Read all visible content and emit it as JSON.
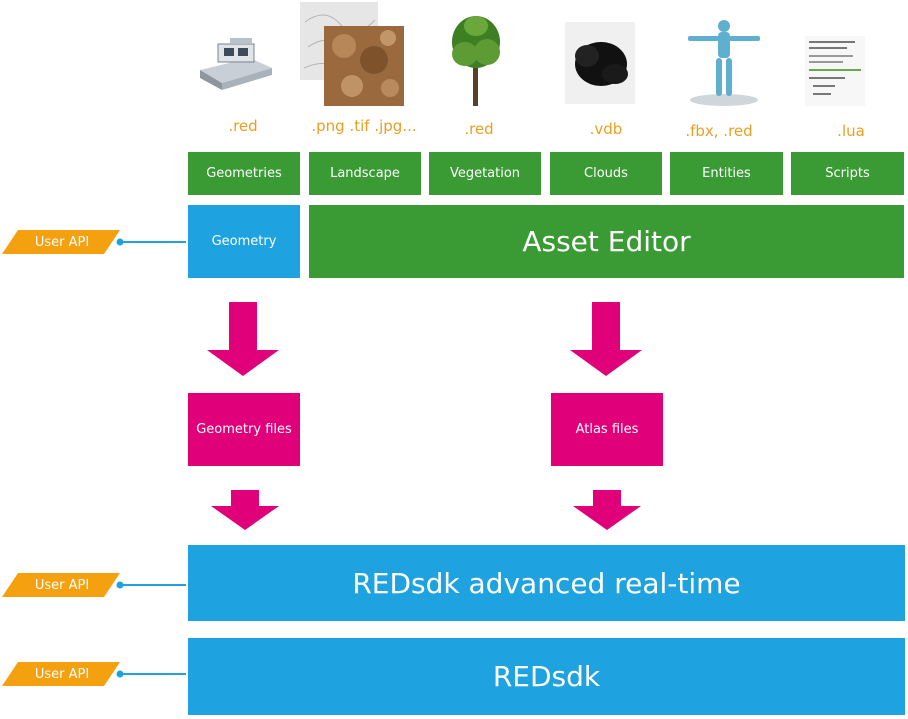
{
  "extensions": [
    ".red",
    ".png .tif .jpg...",
    ".red",
    ".vdb",
    ".fbx, .red",
    ".lua"
  ],
  "categories": [
    "Geometries",
    "Landscape",
    "Vegetation",
    "Clouds",
    "Entities",
    "Scripts"
  ],
  "editor": {
    "geometry": "Geometry",
    "asset_editor": "Asset Editor"
  },
  "files": {
    "geometry_files": "Geometry files",
    "atlas_files": "Atlas files"
  },
  "layers": {
    "advanced": "REDsdk advanced real-time",
    "redsdk": "REDsdk"
  },
  "user_api": [
    "User API",
    "User API",
    "User API"
  ],
  "colors": {
    "green": "#3a9a34",
    "blue": "#1ea3e0",
    "magenta": "#e0007a",
    "orange": "#f5a00f"
  }
}
